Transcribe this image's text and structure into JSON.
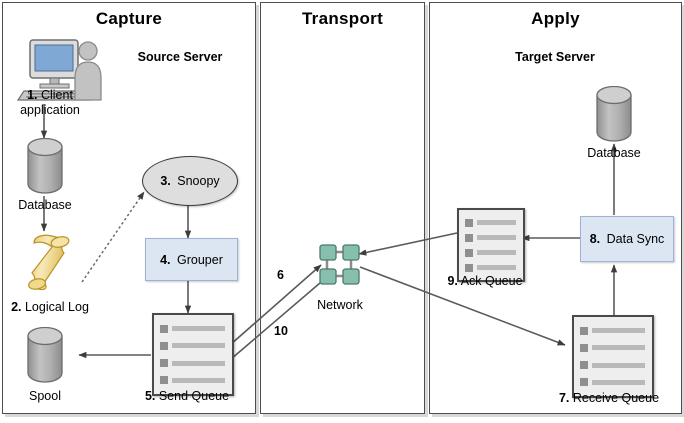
{
  "panels": [
    {
      "id": "capture",
      "title": "Capture",
      "subtitle": "Source Server"
    },
    {
      "id": "transport",
      "title": "Transport",
      "subtitle": ""
    },
    {
      "id": "apply",
      "title": "Apply",
      "subtitle": "Target Server"
    }
  ],
  "nodes": {
    "client": {
      "label": "1. Client application",
      "num": "1.",
      "name": "Client application",
      "icon": "client-workstation-icon"
    },
    "database_src": {
      "label": "Database",
      "icon": "database-cylinder-icon"
    },
    "logical_log": {
      "label": "2. Logical Log",
      "num": "2.",
      "name": "Logical Log",
      "icon": "scroll-icon"
    },
    "snoopy": {
      "label": "3. Snoopy",
      "num": "3.",
      "name": "Snoopy"
    },
    "grouper": {
      "label": "4. Grouper",
      "num": "4.",
      "name": "Grouper"
    },
    "send_queue": {
      "label": "5. Send Queue",
      "num": "5.",
      "name": "Send Queue",
      "icon": "queue-icon"
    },
    "spool": {
      "label": "Spool",
      "icon": "database-cylinder-icon"
    },
    "network": {
      "label": "Network",
      "icon": "network-nodes-icon"
    },
    "receive_queue": {
      "label": "7. Receive Queue",
      "num": "7.",
      "name": "Receive Queue",
      "icon": "queue-icon"
    },
    "data_sync": {
      "label": "8. Data Sync",
      "num": "8.",
      "name": "Data Sync"
    },
    "ack_queue": {
      "label": "9. Ack Queue",
      "num": "9.",
      "name": "Ack Queue",
      "icon": "queue-icon"
    },
    "database_tgt": {
      "label": "Database",
      "icon": "database-cylinder-icon"
    }
  },
  "edge_labels": {
    "six": "6",
    "ten": "10"
  },
  "colors": {
    "panel_border": "#4d4d4d",
    "panel_shadow": "#d8d8d8",
    "ellipse_fill": "#dedede",
    "bluebox_fill": "#dce6f2",
    "bluebox_border": "#9cb3d4",
    "queue_fill": "#eeeeee",
    "queue_border": "#4a4a4a",
    "network_node": "#86bfae",
    "scroll_fill": "#f0d98c",
    "cylinder_fill": "#a6a6a6",
    "monitor_screen": "#7fa8d4",
    "arrow": "#4a4a4a"
  }
}
